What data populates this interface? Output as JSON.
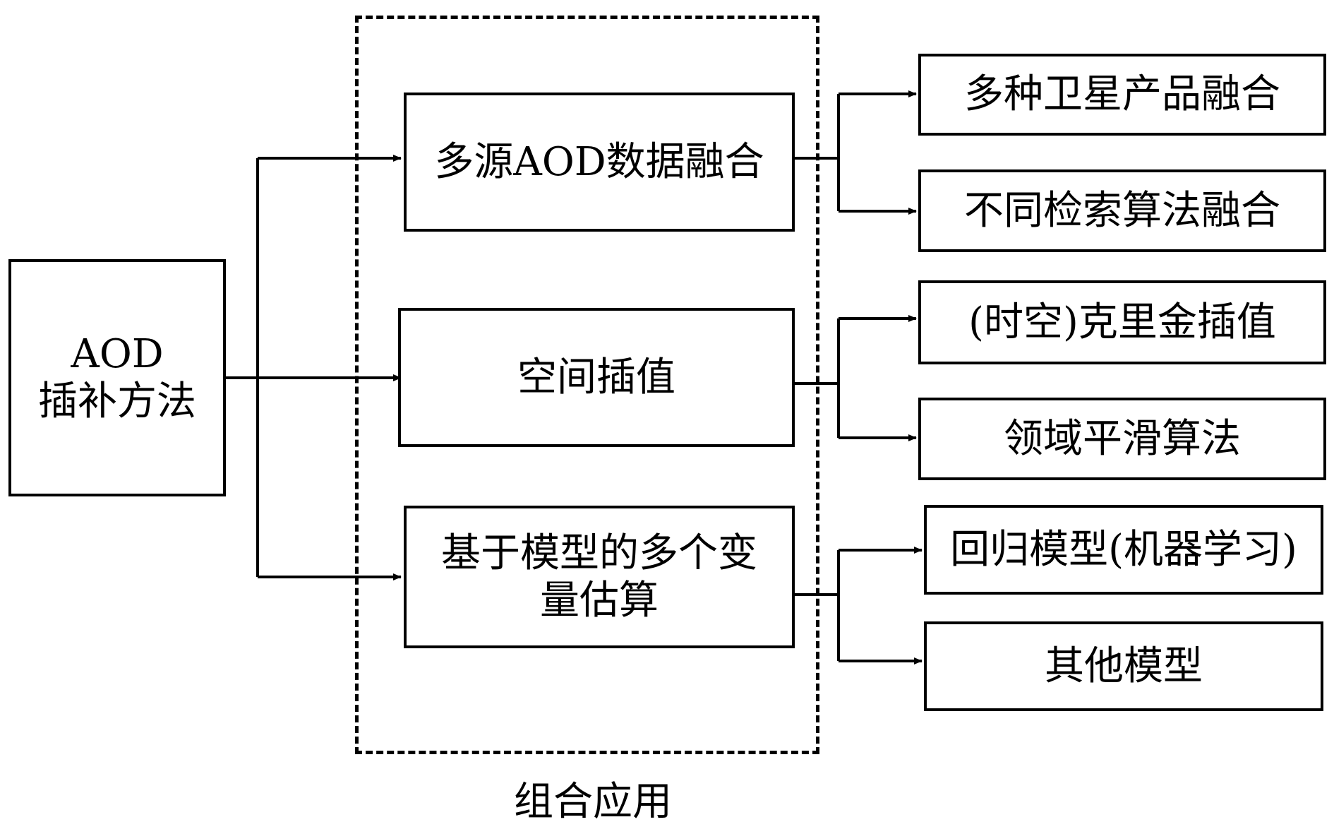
{
  "root": {
    "line1": "AOD",
    "line2": "插补方法"
  },
  "group_label": "组合应用",
  "methods": [
    {
      "label": "多源AOD数据融合"
    },
    {
      "label": "空间插值"
    },
    {
      "label_line1": "基于模型的多个变",
      "label_line2": "量估算"
    }
  ],
  "outcomes": [
    {
      "label": "多种卫星产品融合"
    },
    {
      "label": "不同检索算法融合"
    },
    {
      "label": "(时空)克里金插值"
    },
    {
      "label": "领域平滑算法"
    },
    {
      "label": "回归模型(机器学习)"
    },
    {
      "label": "其他模型"
    }
  ]
}
